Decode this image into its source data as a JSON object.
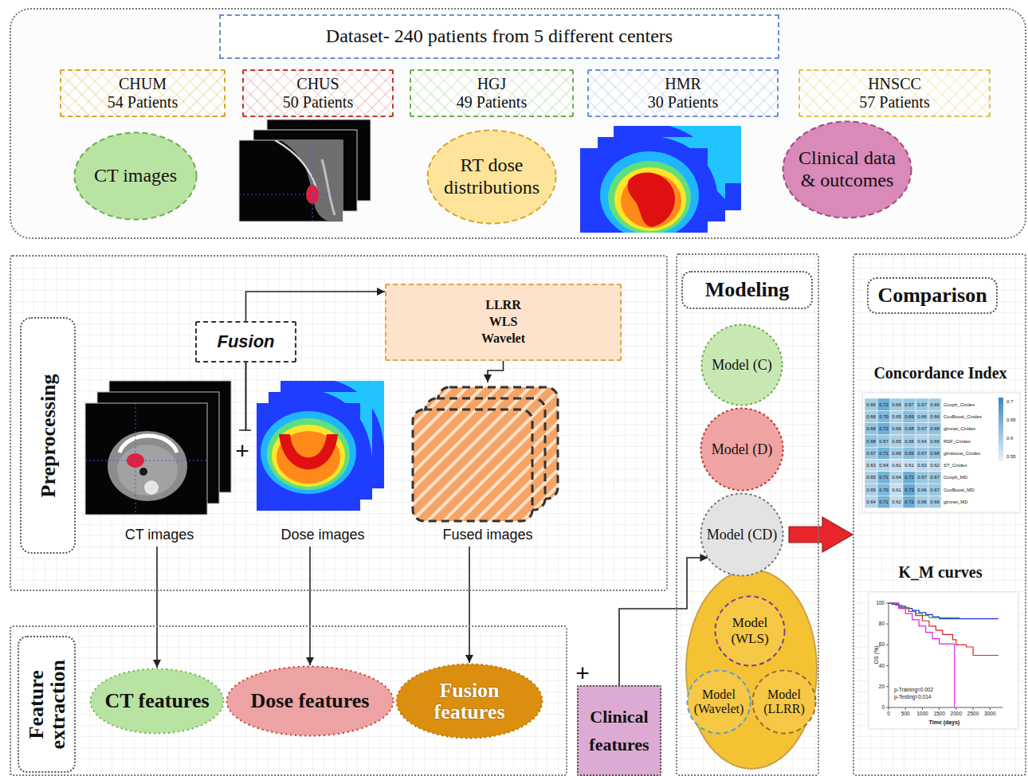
{
  "diagram": {
    "nodes": [
      {
        "text": [
          "Dataset- 240 patients from 5 different centers"
        ]
      },
      {
        "text": [
          "CHUM",
          "54 Patients"
        ],
        "in": 0
      },
      {
        "text": [
          "CHUS",
          "50 Patients"
        ],
        "in": 0
      },
      {
        "text": [
          "HGJ",
          "49 Patients"
        ],
        "in": 0
      },
      {
        "text": [
          "HMR",
          "30 Patients"
        ],
        "in": 0
      },
      {
        "text": [
          "HNSCC",
          "57 Patients"
        ],
        "in": 0
      },
      {
        "text": [
          "CT images"
        ],
        "in": 0
      },
      {
        "text": [
          "RT dose distributions"
        ],
        "in": 0
      },
      {
        "text": [
          "Clinical data & outcomes"
        ],
        "in": 0
      },
      {
        "text": [
          "Preprocessing"
        ]
      },
      {
        "text": [
          "Fusion"
        ],
        "in": 9
      },
      {
        "text": [
          "LLRR",
          "WLS",
          "Wavelet"
        ],
        "in": 9
      },
      {
        "text": [
          "CT images"
        ],
        "in": 9
      },
      {
        "text": [
          "Dose images"
        ],
        "in": 9
      },
      {
        "text": [
          "Fused images"
        ],
        "in": 9
      },
      {
        "text": [
          "Feature extraction"
        ]
      },
      {
        "text": [
          "CT features"
        ],
        "in": 15
      },
      {
        "text": [
          "Dose features"
        ],
        "in": 15
      },
      {
        "text": [
          "Fusion features"
        ],
        "in": 15
      },
      {
        "text": [
          "Clinical features"
        ]
      },
      {
        "text": [
          "Modeling"
        ]
      },
      {
        "text": [
          "Model (C)"
        ],
        "in": 20
      },
      {
        "text": [
          "Model (D)"
        ],
        "in": 20
      },
      {
        "text": [
          "Model (CD)"
        ],
        "in": 20
      },
      {
        "text": [
          "Model (WLS)"
        ],
        "in": 20
      },
      {
        "text": [
          "Model (Wavelet)"
        ],
        "in": 20
      },
      {
        "text": [
          "Model (LLRR)"
        ],
        "in": 20
      },
      {
        "text": [
          "Comparison"
        ]
      },
      {
        "text": [
          "Concordance Index"
        ],
        "in": 27
      },
      {
        "text": [
          "K_M curves"
        ],
        "in": 27
      }
    ],
    "edges": [
      {
        "from": 10,
        "to": 11,
        "arrow": "to"
      },
      {
        "from": 12,
        "to": 10,
        "arrow": "none"
      },
      {
        "from": 13,
        "to": 10,
        "arrow": "none"
      },
      {
        "from": 11,
        "to": 14,
        "arrow": "to"
      },
      {
        "from": 12,
        "to": 16,
        "arrow": "to"
      },
      {
        "from": 13,
        "to": 17,
        "arrow": "to"
      },
      {
        "from": 14,
        "to": 18,
        "arrow": "to"
      },
      {
        "from": 19,
        "to": 23,
        "arrow": "to"
      },
      {
        "from": 23,
        "to": 27,
        "arrow": "to"
      }
    ],
    "labels": [
      "+",
      "+",
      "0.66",
      "0.72",
      "0.66",
      "0.67",
      "0.67",
      "0.66",
      "0.66",
      "0.70",
      "0.65",
      "0.69",
      "0.66",
      "0.66",
      "0.68",
      "0.72",
      "0.66",
      "0.68",
      "0.67",
      "0.68",
      "0.68",
      "0.67",
      "0.65",
      "0.66",
      "0.64",
      "0.66",
      "0.67",
      "0.71",
      "0.66",
      "0.69",
      "0.67",
      "0.68",
      "0.63",
      "0.64",
      "0.61",
      "0.61",
      "0.63",
      "0.62",
      "0.65",
      "0.71",
      "0.64",
      "0.72",
      "0.67",
      "0.67",
      "0.65",
      "0.70",
      "0.61",
      "0.73",
      "0.66",
      "0.67",
      "0.64",
      "0.71",
      "0.62",
      "0.72",
      "0.66",
      "0.66",
      "Coxph_Cindex",
      "CoxBoost_Cindex",
      "glmnet_Cindex",
      "RSF_Cindex",
      "glmboost_Cindex",
      "ST_Cindex",
      "Coxph_MD",
      "CoxBoost_MD",
      "glmnet_MD",
      "0.7",
      "0.65",
      "0.6",
      "0.55",
      "OS (%)",
      "100",
      "80",
      "60",
      "40",
      "20",
      "0",
      "0",
      "500",
      "1000",
      "1500",
      "2000",
      "2500",
      "3000",
      "Time (days)",
      "p-Training=0.002",
      "p-Testing=0.014"
    ]
  }
}
